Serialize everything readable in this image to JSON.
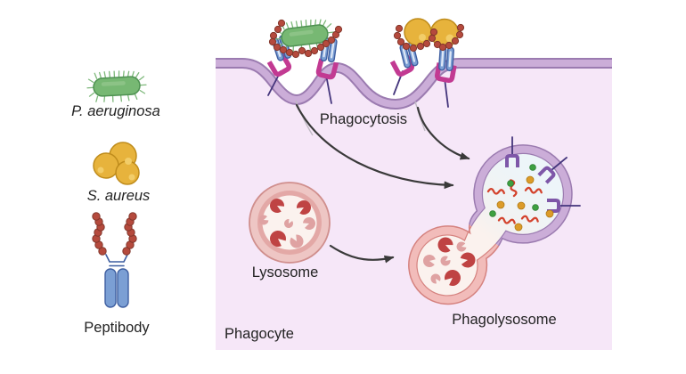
{
  "figure": {
    "type": "biological-diagram",
    "description": "Peptibody-mediated phagocytosis of P. aeruginosa and S. aureus by a phagocyte"
  },
  "legend": {
    "items": [
      {
        "label": "P. aeruginosa",
        "italic": true,
        "icon": "rod-bacterium-icon"
      },
      {
        "label": "S. aureus",
        "italic": true,
        "icon": "cocci-cluster-icon"
      },
      {
        "label": "Peptibody",
        "italic": false,
        "icon": "peptibody-icon"
      }
    ]
  },
  "cell": {
    "labels": {
      "phagocytosis": "Phagocytosis",
      "lysosome": "Lysosome",
      "phagolysosome": "Phagolysosome",
      "phagocyte": "Phagocyte"
    }
  },
  "icons": {
    "rod_bacterium": "green rod with pili spikes",
    "cocci_cluster": "three yellow spheres",
    "peptibody": "antibody stem with red peptide bead arms",
    "receptor_bracket": "magenta U clamp on membrane",
    "phagosome_receptor": "purple U bracket inside vesicle",
    "lysosome": "pink vesicle with enzyme pac-man shapes",
    "phagolysosome": "dumbbell vesicle purple and pink",
    "arrow": "curved dark arrow"
  },
  "colors": {
    "background": "#ffffff",
    "cytoplasm": "#f6e7f8",
    "membrane_fill": "#cbadd8",
    "membrane_border": "#9b7bb0",
    "bacterium_green": "#77b873",
    "bacterium_green_border": "#4e9151",
    "cocci_yellow": "#e7b33c",
    "cocci_border": "#bf8c1c",
    "bead_red": "#b54a3d",
    "peptibody_blue": "#7b9fd4",
    "receptor_magenta": "#c23a92",
    "receptor_purple": "#7e57a8",
    "lysosome_ring": "#eec6c4",
    "lysosome_mid_ring": "#e3a8a6",
    "lysosome_lumen": "#fbf2ee",
    "phagosome_membrane": "#cbadd8",
    "phagolysosome_pink_membrane": "#f2bcba",
    "phagosome_lumen": "#edf5f9",
    "enzyme_dark": "#bf4343",
    "enzyme_light": "#dfa2a2",
    "arrow": "#3a3a3a"
  }
}
